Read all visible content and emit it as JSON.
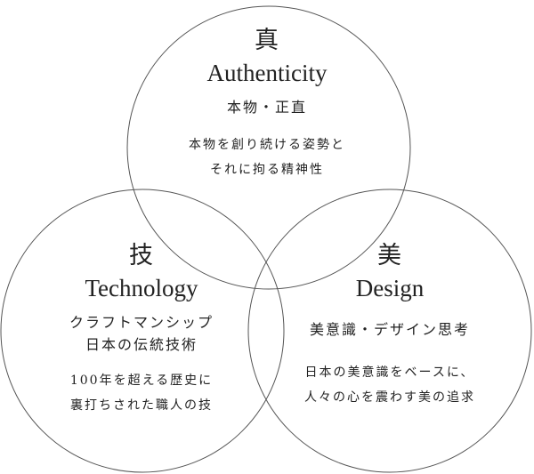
{
  "diagram": {
    "line_color": "#555555",
    "circles": [
      {
        "id": "authenticity",
        "kanji": "真",
        "english": "Authenticity",
        "subtitle_lines": [
          "本物・正直"
        ],
        "description_lines": [
          "本物を創り続ける姿勢と",
          "それに拘る精神性"
        ]
      },
      {
        "id": "technology",
        "kanji": "技",
        "english": "Technology",
        "subtitle_lines": [
          "クラフトマンシップ",
          "日本の伝統技術"
        ],
        "description_lines": [
          "100年を超える歴史に",
          "裏打ちされた職人の技"
        ]
      },
      {
        "id": "design",
        "kanji": "美",
        "english": "Design",
        "subtitle_lines": [
          "美意識・デザイン思考"
        ],
        "description_lines": [
          "日本の美意識をベースに、",
          "人々の心を震わす美の追求"
        ]
      }
    ]
  }
}
